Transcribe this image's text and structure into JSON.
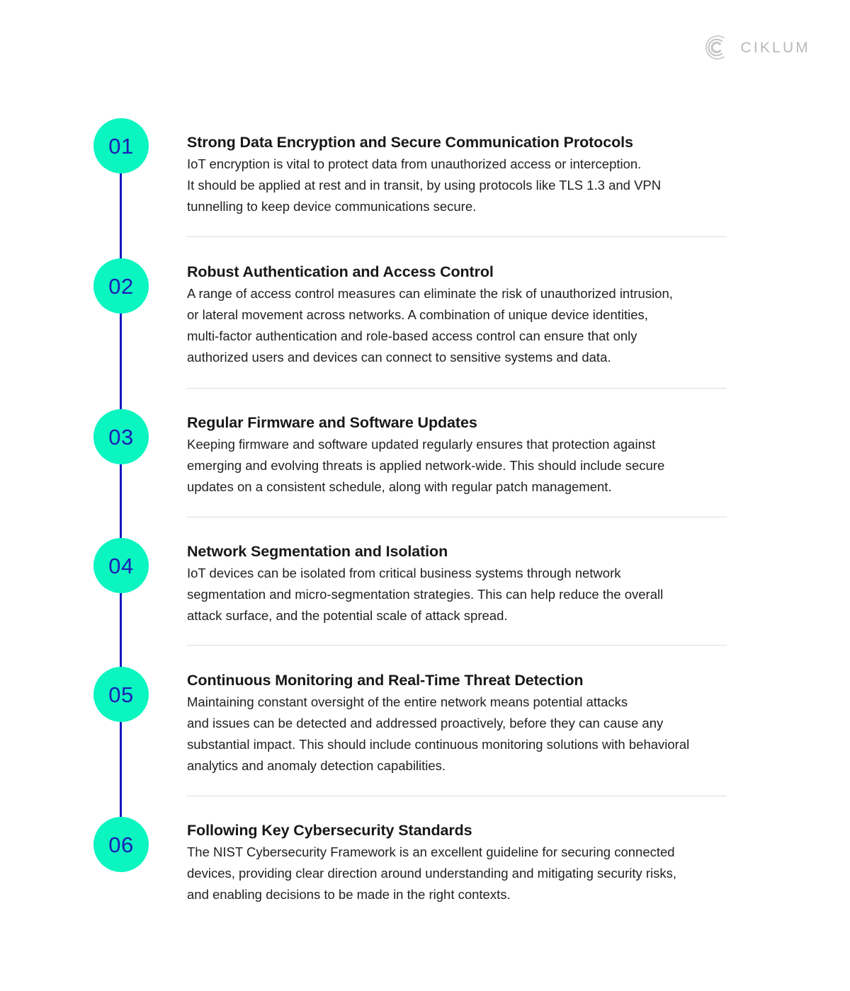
{
  "brand": {
    "logo_text": "CIKLUM",
    "logo_mark_name": "ciklum-concentric-c-logo",
    "logo_color": "#b9b9b9"
  },
  "theme": {
    "bullet_fill": "#0bf5c0",
    "bullet_text": "#1d1db6",
    "spine_color": "#1515c4",
    "divider_color": "#dedede",
    "background": "#ffffff",
    "title_color": "#17181a",
    "body_color": "#1f2022"
  },
  "timeline": {
    "items": [
      {
        "number": "01",
        "title": "Strong Data Encryption and Secure Communication Protocols",
        "description": "IoT encryption is vital to protect data from unauthorized access or interception.\nIt should be applied at rest and in transit, by using protocols like TLS 1.3 and VPN\ntunnelling to keep device communications secure."
      },
      {
        "number": "02",
        "title": "Robust Authentication and Access Control",
        "description": "A range of access control measures can eliminate the risk of unauthorized intrusion,\nor lateral movement across networks. A combination of unique device identities,\nmulti-factor authentication and role-based access control can ensure that only\nauthorized users and devices can connect to sensitive systems and data."
      },
      {
        "number": "03",
        "title": "Regular Firmware and Software Updates",
        "description": "Keeping firmware and software updated regularly ensures that protection against\nemerging and evolving threats is applied network-wide. This should include secure\nupdates on a consistent schedule, along with regular patch management."
      },
      {
        "number": "04",
        "title": "Network Segmentation and Isolation",
        "description": "IoT devices can be isolated from critical business systems through network\nsegmentation and micro-segmentation strategies. This can help reduce the overall\nattack surface, and the potential scale of attack spread."
      },
      {
        "number": "05",
        "title": "Continuous Monitoring and Real-Time Threat Detection",
        "description": "Maintaining constant oversight of the entire network means potential attacks\nand issues can be detected and addressed proactively, before they can cause any\nsubstantial impact. This should include continuous monitoring solutions with behavioral\nanalytics and anomaly detection capabilities."
      },
      {
        "number": "06",
        "title": "Following Key Cybersecurity Standards",
        "description": "The NIST Cybersecurity Framework is an excellent guideline for securing connected\ndevices, providing clear direction around understanding and mitigating security risks,\nand enabling decisions to be made in the right contexts."
      }
    ]
  }
}
